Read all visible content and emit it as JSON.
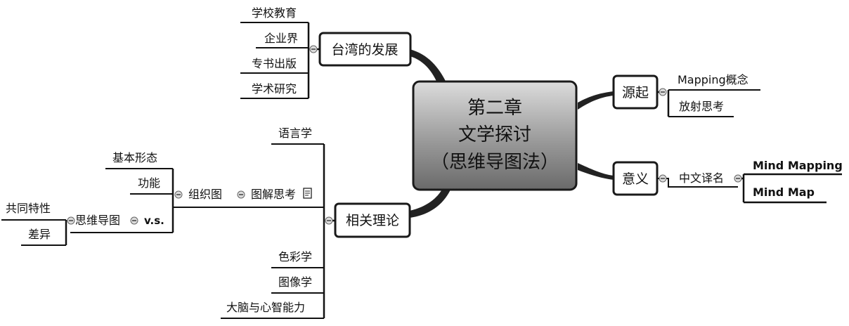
{
  "center": {
    "line1": "第二章",
    "line2": "文学探讨",
    "line3": "（思维导图法）"
  },
  "branches": {
    "taiwan": {
      "label": "台湾的发展",
      "children": [
        "学校教育",
        "企业界",
        "专书出版",
        "学术研究"
      ]
    },
    "origin": {
      "label": "源起",
      "children": [
        "Mapping概念",
        "放射思考"
      ]
    },
    "meaning": {
      "label": "意义",
      "sub": "中文译名",
      "children": [
        "Mind Mapping",
        "Mind Map"
      ]
    },
    "theory": {
      "label": "相关理论",
      "top": "语言学",
      "graphic": "图解思考",
      "organize": "组织图",
      "organize_children": [
        "基本形态",
        "功能"
      ],
      "vs": "v.s.",
      "mindmap": "思维导图",
      "mindmap_children": [
        "共同特性",
        "差异"
      ],
      "bottom": [
        "色彩学",
        "图像学",
        "大脑与心智能力"
      ]
    }
  },
  "colors": {
    "center_top": "#d9d9d9",
    "center_bottom": "#6e6e6e",
    "branch": "#222222"
  },
  "icons": [
    "collapse-icon",
    "note-icon"
  ]
}
